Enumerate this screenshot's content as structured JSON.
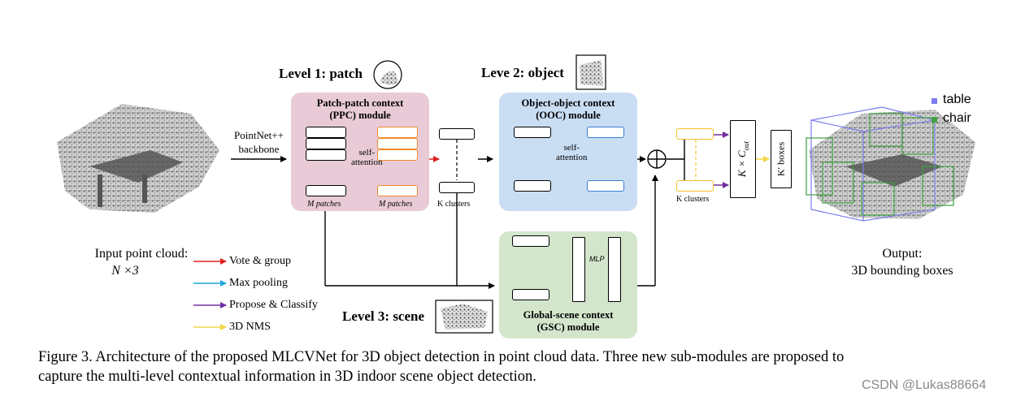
{
  "levels": {
    "patch": "Level 1: patch",
    "object": "Leve 2: object",
    "scene": "Level 3: scene"
  },
  "modules": {
    "ppc": {
      "line1": "Patch-patch context",
      "line2": "(PPC) module",
      "left_label": "M patches",
      "right_label": "M patches",
      "color": "#e8cbd6"
    },
    "ooc": {
      "line1": "Object-object context",
      "line2": "(OOC) module",
      "color": "#c9ddf3"
    },
    "gsc": {
      "line1": "Global-scene context",
      "line2": "(GSC) module",
      "mlp": "MLP",
      "color": "#d3e6cc"
    }
  },
  "self_attention": {
    "line1": "self-",
    "line2": "attention"
  },
  "backbone": {
    "line1": "PointNet++",
    "line2": "backbone"
  },
  "k_clusters": "K clusters",
  "k_clusters_right": "K clusters",
  "k_cout": "K × C",
  "k_cout_sub": "out",
  "k_boxes": "K′ boxes",
  "input": {
    "line1": "Input point cloud:",
    "line2": "N ×3"
  },
  "output": {
    "line1": "Output:",
    "line2": "3D bounding boxes"
  },
  "output_legend": [
    {
      "label": "table",
      "color": "#7d7df2"
    },
    {
      "label": "chair",
      "color": "#3ea23e"
    }
  ],
  "arrow_legend": [
    {
      "label": "Vote & group",
      "color": "#e02020"
    },
    {
      "label": "Max pooling",
      "color": "#1fa8dc"
    },
    {
      "label": "Propose & Classify",
      "color": "#7030a0"
    },
    {
      "label": "3D NMS",
      "color": "#f2d74a"
    }
  ],
  "caption": {
    "line1": "Figure 3. Architecture of the proposed MLCVNet for 3D object detection in point cloud data.  Three new sub-modules are proposed to",
    "line2": "capture the multi-level contextual information in 3D indoor scene object detection."
  },
  "watermark": "CSDN @Lukas88664"
}
